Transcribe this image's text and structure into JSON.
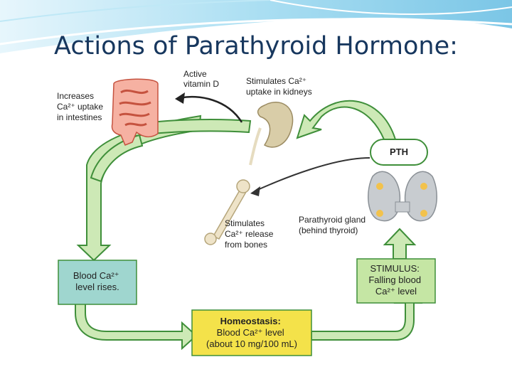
{
  "title": "Actions of Parathyroid Hormone:",
  "labels": {
    "intestine": [
      "Increases",
      "Ca²⁺ uptake",
      "in intestines"
    ],
    "vitamin_d": [
      "Active",
      "vitamin D"
    ],
    "kidney": [
      "Stimulates Ca²⁺",
      "uptake in kidneys"
    ],
    "pth": "PTH",
    "bone": [
      "Stimulates",
      "Ca²⁺ release",
      "from bones"
    ],
    "gland": [
      "Parathyroid gland",
      "(behind thyroid)"
    ]
  },
  "boxes": {
    "blood_rises": [
      "Blood Ca²⁺",
      "level rises."
    ],
    "stimulus": [
      "STIMULUS:",
      "Falling blood",
      "Ca²⁺ level"
    ],
    "homeostasis_title": "Homeostasis:",
    "homeostasis": [
      "Blood Ca²⁺ level",
      "(about 10 mg/100 mL)"
    ]
  },
  "colors": {
    "title": "#17375e",
    "arrow_fill": "#cde9b6",
    "arrow_stroke": "#3f8f3a",
    "box_teal": "#9fd6cf",
    "box_green": "#c5e6a4",
    "box_yellow": "#f4e24a",
    "kidney": "#d9cda8",
    "intestine": "#f08a76",
    "bone": "#eee3c8",
    "gland": "#c8ccd0"
  }
}
